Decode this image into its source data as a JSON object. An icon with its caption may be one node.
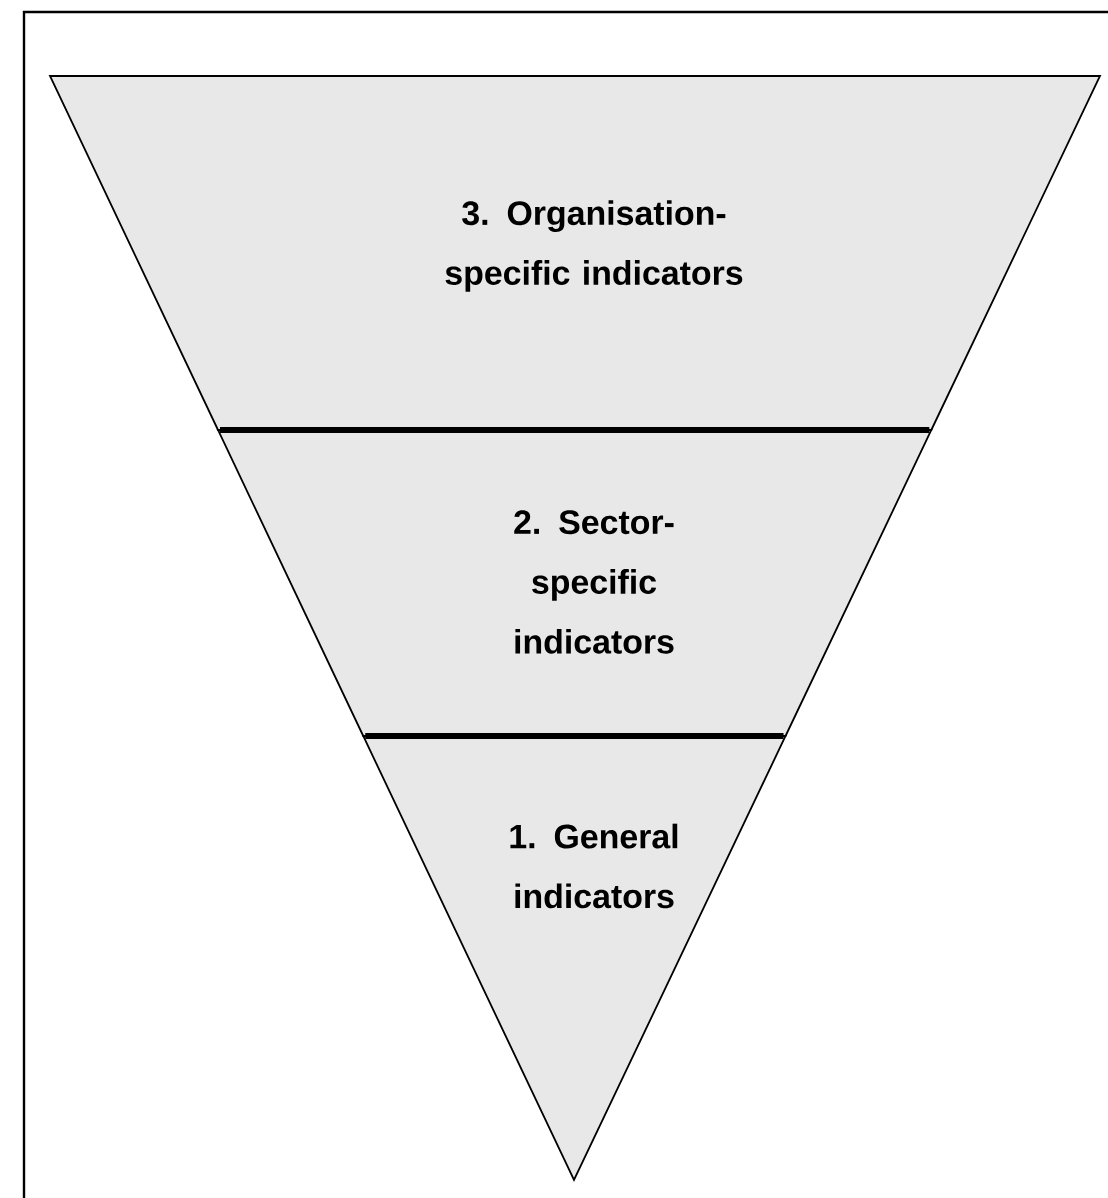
{
  "diagram": {
    "nodes": [
      {
        "text": [
          "3. Organisation-specific indicators"
        ]
      },
      {
        "text": [
          "2. Sector-specific indicators"
        ]
      },
      {
        "text": [
          "1. General indicators"
        ]
      }
    ]
  }
}
